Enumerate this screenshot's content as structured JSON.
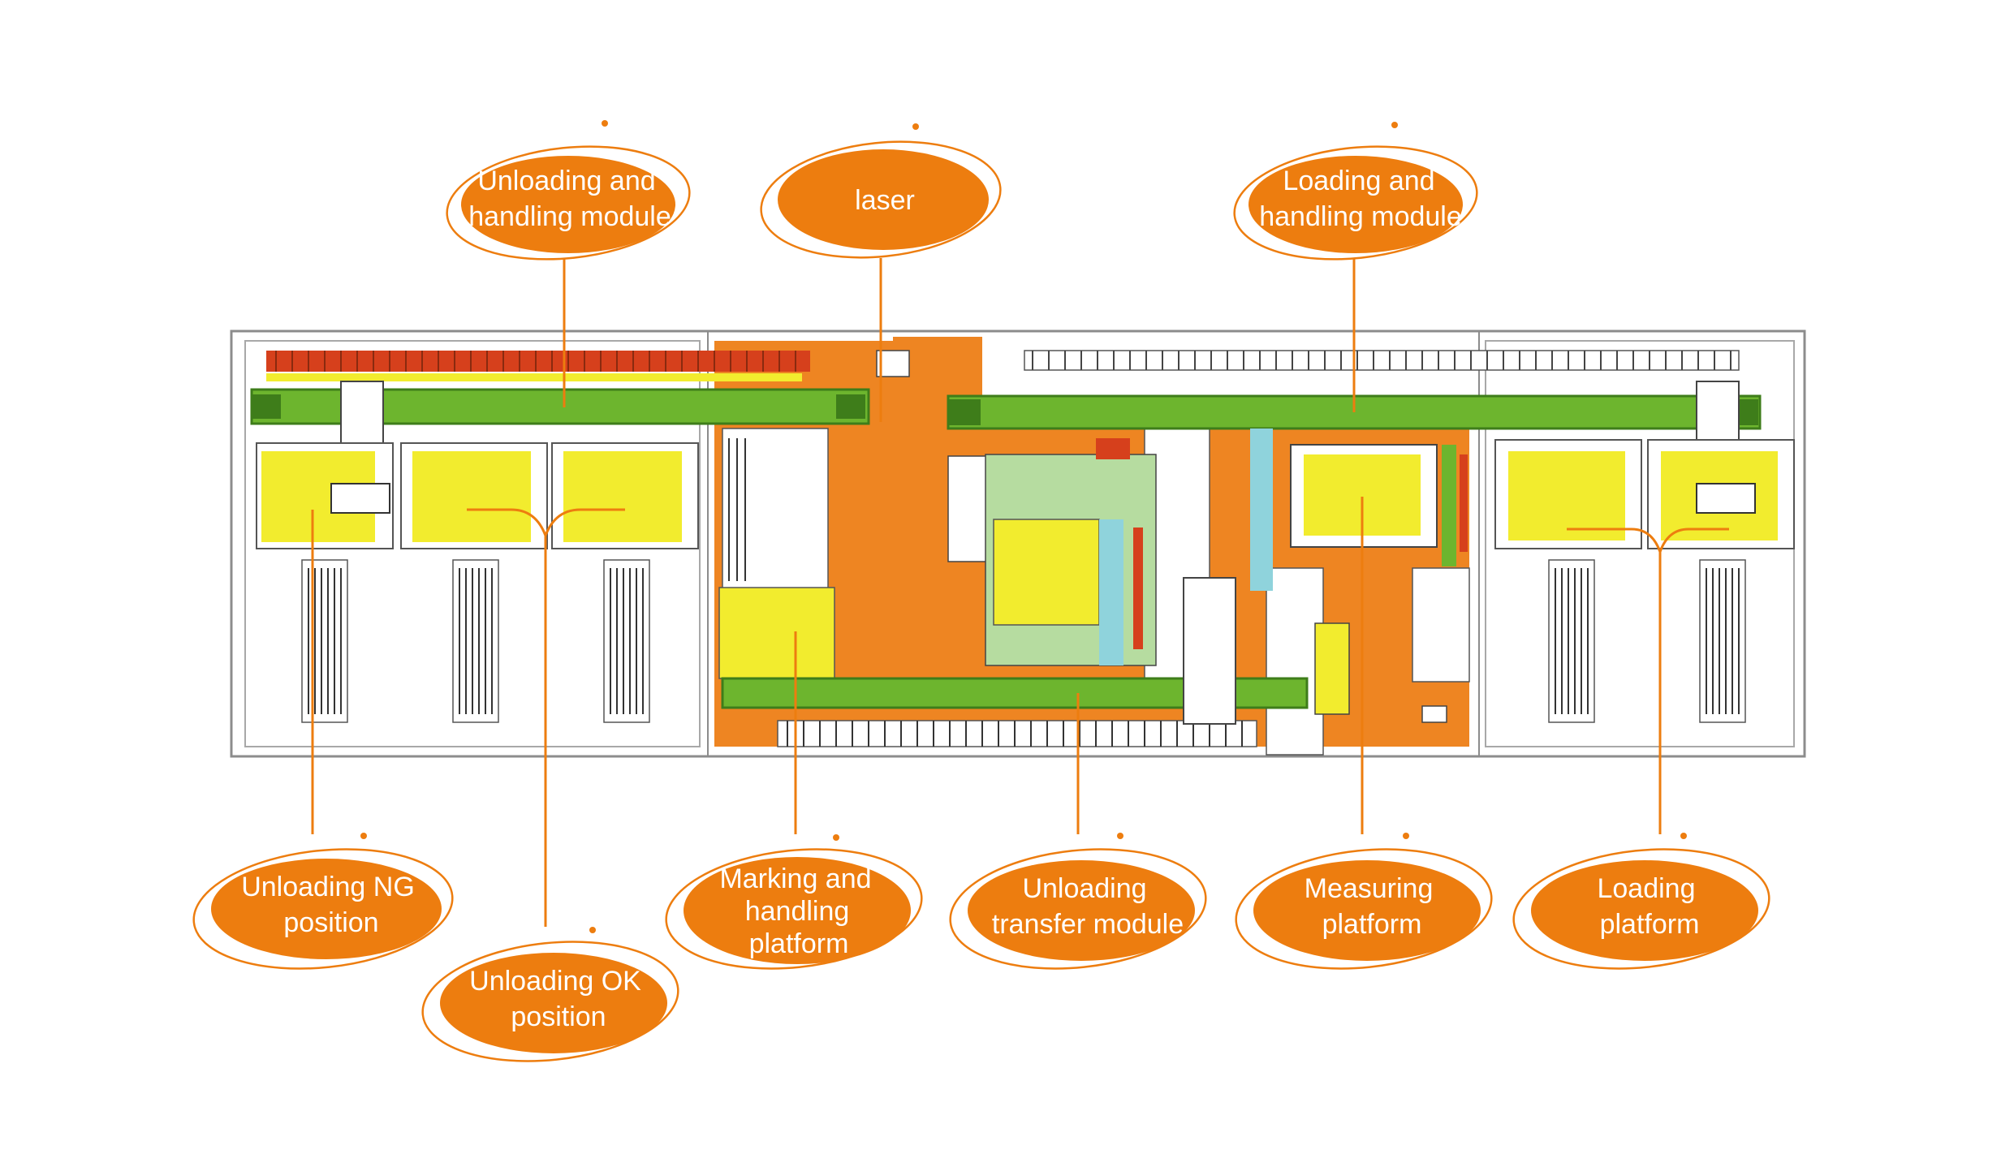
{
  "colors": {
    "accent_orange": "#ED7D0F",
    "frame_orange": "#EE8522",
    "module_green": "#6DB52E",
    "dark_green": "#3E7D1A",
    "platform_yellow": "#F2EC2E",
    "rail_red": "#D6401C",
    "frame_grey": "#8C8C8C",
    "light_cyan": "#8FD3DC",
    "light_green": "#B6DCA0",
    "white": "#FFFFFF"
  },
  "callouts": [
    {
      "id": "unloading-handling-module",
      "lines": [
        "Unloading and",
        "handling module"
      ]
    },
    {
      "id": "laser",
      "lines": [
        "laser"
      ]
    },
    {
      "id": "loading-handling-module",
      "lines": [
        "Loading and",
        "handling module"
      ]
    },
    {
      "id": "unloading-ng-position",
      "lines": [
        "Unloading NG",
        "position"
      ]
    },
    {
      "id": "unloading-ok-position",
      "lines": [
        "Unloading OK",
        "position"
      ]
    },
    {
      "id": "marking-handling-platform",
      "lines": [
        "Marking and",
        "handling",
        "platform"
      ]
    },
    {
      "id": "unloading-transfer-module",
      "lines": [
        "Unloading",
        "transfer module"
      ]
    },
    {
      "id": "measuring-platform",
      "lines": [
        "Measuring",
        "platform"
      ]
    },
    {
      "id": "loading-platform",
      "lines": [
        "Loading",
        "platform"
      ]
    }
  ]
}
